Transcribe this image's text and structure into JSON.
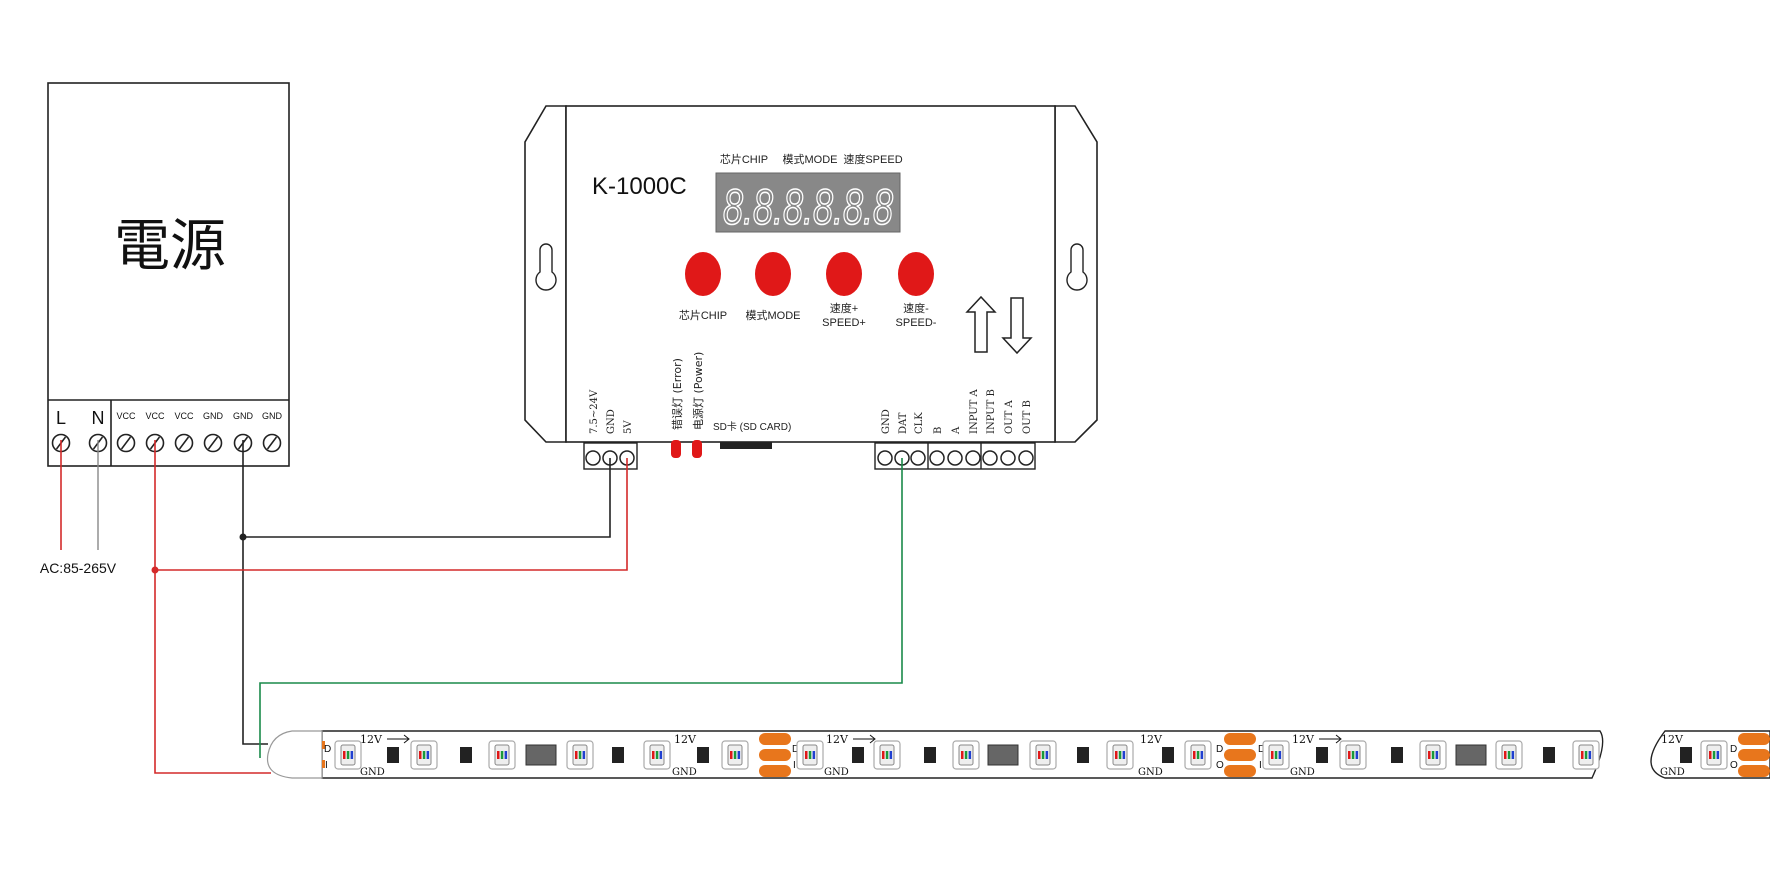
{
  "power_supply": {
    "title": "電源",
    "terminals": [
      "L",
      "N",
      "VCC",
      "VCC",
      "VCC",
      "GND",
      "GND",
      "GND"
    ]
  },
  "ac_input": {
    "label": "AC:85-265V"
  },
  "controller": {
    "model": "K-1000C",
    "display_labels": [
      "芯片CHIP",
      "模式MODE",
      "速度SPEED"
    ],
    "display_value": "8.8.8.8.8.8",
    "buttons": [
      {
        "line1": "芯片CHIP",
        "line2": ""
      },
      {
        "line1": "模式MODE",
        "line2": ""
      },
      {
        "line1": "速度+",
        "line2": "SPEED+"
      },
      {
        "line1": "速度-",
        "line2": "SPEED-"
      }
    ],
    "power_terminals": [
      "7.5~24V",
      "GND",
      "5V"
    ],
    "leds": [
      "错误灯 (Error)",
      "电源灯 (Power)"
    ],
    "sd_card": "SD卡 (SD CARD)",
    "output_terminals": [
      "GND",
      "DAT",
      "CLK",
      "B",
      "A",
      "INPUT A",
      "INPUT B",
      "OUT A",
      "OUT B"
    ]
  },
  "strip": {
    "label_12v": "12V",
    "label_gnd": "GND",
    "label_di": [
      "D",
      "I"
    ],
    "label_do": [
      "D",
      "O"
    ],
    "colors": {
      "outline": "#222222",
      "pad": "#e8761c",
      "wire_red": "#d42a2a",
      "wire_green": "#1a8a4a",
      "led_red": "#e01818"
    }
  }
}
